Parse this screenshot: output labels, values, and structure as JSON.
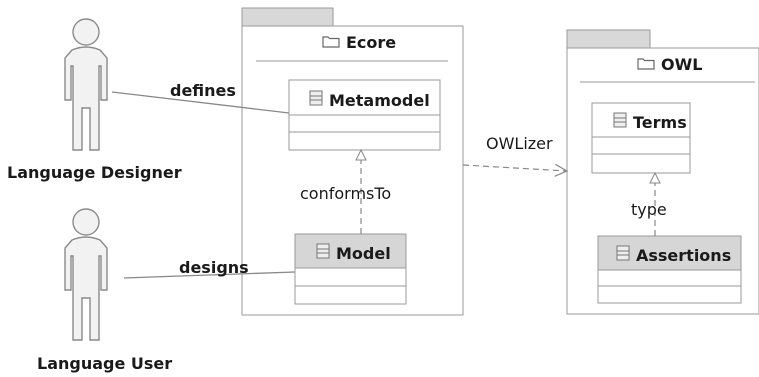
{
  "actors": {
    "designer": {
      "name": "Language Designer"
    },
    "user": {
      "name": "Language User"
    }
  },
  "packages": {
    "ecore": {
      "name": "Ecore",
      "icon": "folder-icon"
    },
    "owl": {
      "name": "OWL",
      "icon": "folder-icon"
    }
  },
  "classes": {
    "metamodel": {
      "name": "Metamodel",
      "icon": "class-icon"
    },
    "model": {
      "name": "Model",
      "icon": "class-icon"
    },
    "terms": {
      "name": "Terms",
      "icon": "class-icon"
    },
    "assertions": {
      "name": "Assertions",
      "icon": "class-icon"
    }
  },
  "relations": {
    "defines": "defines",
    "designs": "designs",
    "conforms_to": "conformsTo",
    "owlizer": "OWLizer",
    "type": "type"
  },
  "colors": {
    "line": "#888888",
    "box_border": "#9a9a9a",
    "tab_fill": "#d8d8d8",
    "header_fill": "#d6d6d6",
    "actor_fill": "#f2f2f2",
    "actor_stroke": "#8a8a8a"
  }
}
